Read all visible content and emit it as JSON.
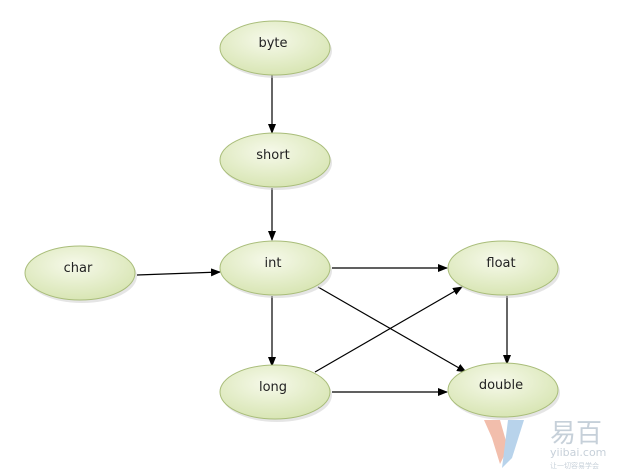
{
  "title": "Java primitive type widening conversions",
  "nodes": [
    {
      "id": "byte",
      "label": "byte"
    },
    {
      "id": "short",
      "label": "short"
    },
    {
      "id": "char",
      "label": "char"
    },
    {
      "id": "int",
      "label": "int"
    },
    {
      "id": "float",
      "label": "float"
    },
    {
      "id": "long",
      "label": "long"
    },
    {
      "id": "double",
      "label": "double"
    }
  ],
  "edges": [
    [
      "byte",
      "short"
    ],
    [
      "short",
      "int"
    ],
    [
      "char",
      "int"
    ],
    [
      "int",
      "float"
    ],
    [
      "int",
      "long"
    ],
    [
      "int",
      "double"
    ],
    [
      "long",
      "float"
    ],
    [
      "long",
      "double"
    ],
    [
      "float",
      "double"
    ]
  ],
  "colors": {
    "node_fill_top": "#f4f8e6",
    "node_fill_bottom": "#d9e6b4",
    "node_stroke": "#a9bd7a",
    "edge": "#000000"
  },
  "watermark": {
    "logo_text": "易百",
    "site": "yiibai.com",
    "tagline": "让一切容易学会"
  }
}
